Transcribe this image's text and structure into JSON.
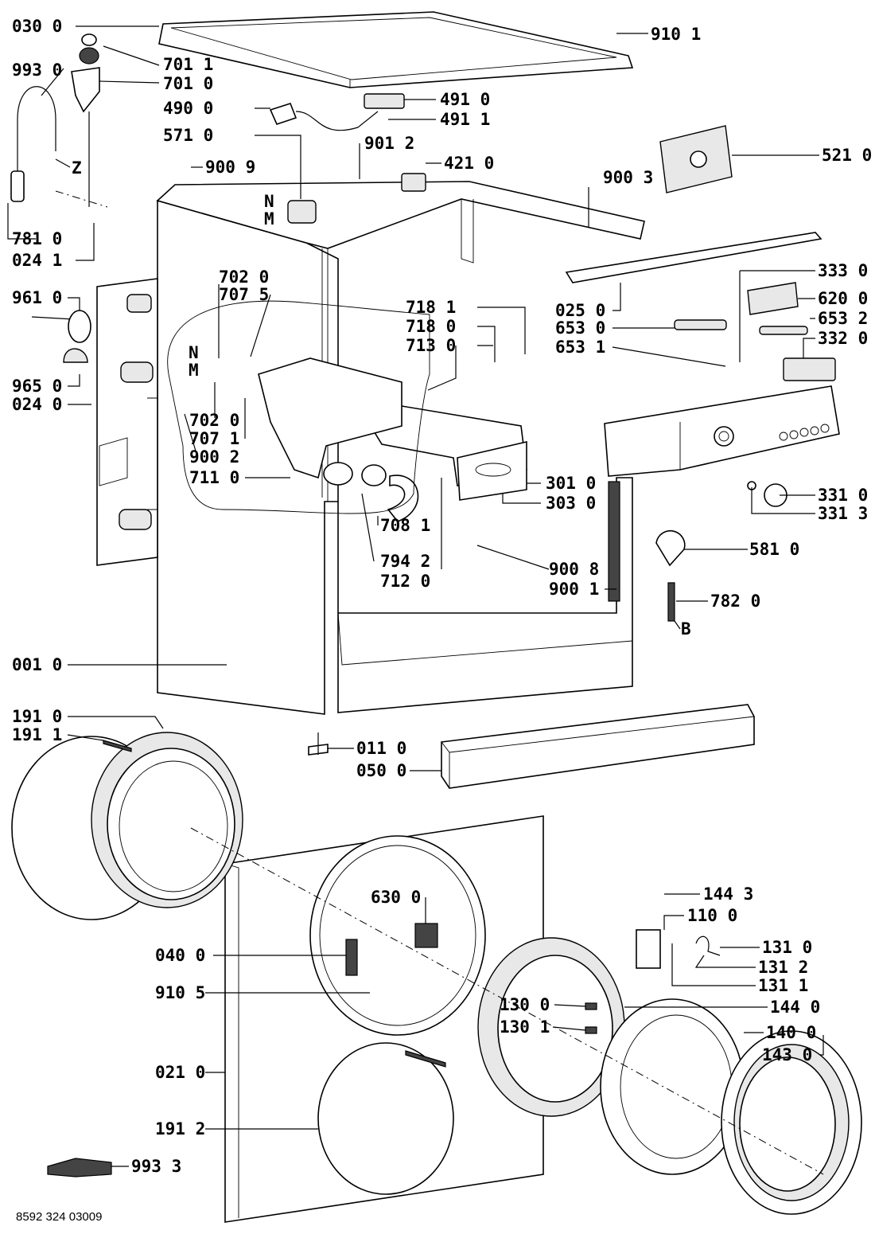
{
  "document_code": "8592 324 03009",
  "callouts": [
    {
      "id": "c0300",
      "text": "030 0"
    },
    {
      "id": "c9101",
      "text": "910 1"
    },
    {
      "id": "c9930",
      "text": "993 0"
    },
    {
      "id": "c7011",
      "text": "701 1"
    },
    {
      "id": "c7010",
      "text": "701 0"
    },
    {
      "id": "c4900",
      "text": "490 0"
    },
    {
      "id": "c4910",
      "text": "491 0"
    },
    {
      "id": "c4911",
      "text": "491 1"
    },
    {
      "id": "c5710",
      "text": "571 0"
    },
    {
      "id": "c9012",
      "text": "901 2"
    },
    {
      "id": "c4210",
      "text": "421 0"
    },
    {
      "id": "c5210",
      "text": "521 0"
    },
    {
      "id": "cZ",
      "text": "Z"
    },
    {
      "id": "c9009",
      "text": "900 9"
    },
    {
      "id": "c9003",
      "text": "900 3"
    },
    {
      "id": "cN1",
      "text": "N"
    },
    {
      "id": "cM1",
      "text": "M"
    },
    {
      "id": "c7810",
      "text": "781 0"
    },
    {
      "id": "c0241",
      "text": "024 1"
    },
    {
      "id": "c7020a",
      "text": "702 0"
    },
    {
      "id": "c7075",
      "text": "707 5"
    },
    {
      "id": "c3330",
      "text": "333 0"
    },
    {
      "id": "c6200",
      "text": "620 0"
    },
    {
      "id": "c9610",
      "text": "961 0"
    },
    {
      "id": "c0250",
      "text": "025 0"
    },
    {
      "id": "c7181",
      "text": "718 1"
    },
    {
      "id": "c7180",
      "text": "718 0"
    },
    {
      "id": "c6530",
      "text": "653 0"
    },
    {
      "id": "c6532",
      "text": "653 2"
    },
    {
      "id": "c7130",
      "text": "713 0"
    },
    {
      "id": "c6531",
      "text": "653 1"
    },
    {
      "id": "c3320",
      "text": "332 0"
    },
    {
      "id": "cN2",
      "text": "N"
    },
    {
      "id": "cM2",
      "text": "M"
    },
    {
      "id": "c9650",
      "text": "965 0"
    },
    {
      "id": "c0240",
      "text": "024 0"
    },
    {
      "id": "c7020b",
      "text": "702 0"
    },
    {
      "id": "c7071",
      "text": "707 1"
    },
    {
      "id": "c9002",
      "text": "900 2"
    },
    {
      "id": "c7110",
      "text": "711 0"
    },
    {
      "id": "c3010",
      "text": "301 0"
    },
    {
      "id": "c3310",
      "text": "331 0"
    },
    {
      "id": "c3030",
      "text": "303 0"
    },
    {
      "id": "c3313",
      "text": "331 3"
    },
    {
      "id": "c7081",
      "text": "708 1"
    },
    {
      "id": "c9008",
      "text": "900 8"
    },
    {
      "id": "c5810",
      "text": "581 0"
    },
    {
      "id": "c7942",
      "text": "794 2"
    },
    {
      "id": "c7120",
      "text": "712 0"
    },
    {
      "id": "c9001",
      "text": "900 1"
    },
    {
      "id": "c7820",
      "text": "782 0"
    },
    {
      "id": "cB",
      "text": "B"
    },
    {
      "id": "c0010",
      "text": "001 0"
    },
    {
      "id": "c1910",
      "text": "191 0"
    },
    {
      "id": "c1911",
      "text": "191 1"
    },
    {
      "id": "c0110",
      "text": "011 0"
    },
    {
      "id": "c0500",
      "text": "050 0"
    },
    {
      "id": "c1443",
      "text": "144 3"
    },
    {
      "id": "c6300",
      "text": "630 0"
    },
    {
      "id": "c1100",
      "text": "110 0"
    },
    {
      "id": "c0400",
      "text": "040 0"
    },
    {
      "id": "c1310",
      "text": "131 0"
    },
    {
      "id": "c1312",
      "text": "131 2"
    },
    {
      "id": "c1311",
      "text": "131 1"
    },
    {
      "id": "c9105",
      "text": "910 5"
    },
    {
      "id": "c1300",
      "text": "130 0"
    },
    {
      "id": "c1440",
      "text": "144 0"
    },
    {
      "id": "c1301",
      "text": "130 1"
    },
    {
      "id": "c1400",
      "text": "140 0"
    },
    {
      "id": "c1430",
      "text": "143 0"
    },
    {
      "id": "c0210",
      "text": "021 0"
    },
    {
      "id": "c1912",
      "text": "191 2"
    },
    {
      "id": "c9933",
      "text": "993 3"
    }
  ]
}
